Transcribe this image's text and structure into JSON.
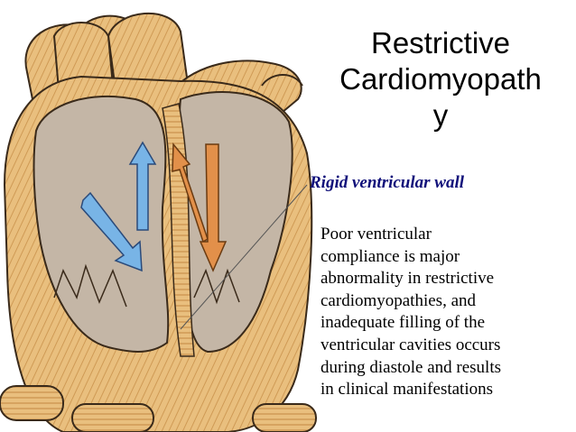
{
  "slide": {
    "title_lines": [
      "Restrictive",
      "Cardiomyopath",
      "y"
    ],
    "callout_label": "Rigid ventricular wall",
    "bullet_marker": "",
    "bullet_lines": [
      "Poor ventricular",
      "compliance is major",
      "abnormality in restrictive",
      "cardiomyopathies, and",
      "inadequate filling of the",
      "ventricular cavities occurs",
      "during diastole and results",
      "in clinical manifestations"
    ]
  },
  "colors": {
    "muscle": "#e9bf7e",
    "muscle_stripe": "#cf9a55",
    "cavity": "#c4b6a6",
    "outline": "#3a2a1a",
    "arrow_blue": "#78b4e6",
    "arrow_orange": "#e2904a",
    "label_text": "#10107a"
  },
  "icons": [
    "chest-illustration-heart",
    "blood-flow-arrow"
  ]
}
